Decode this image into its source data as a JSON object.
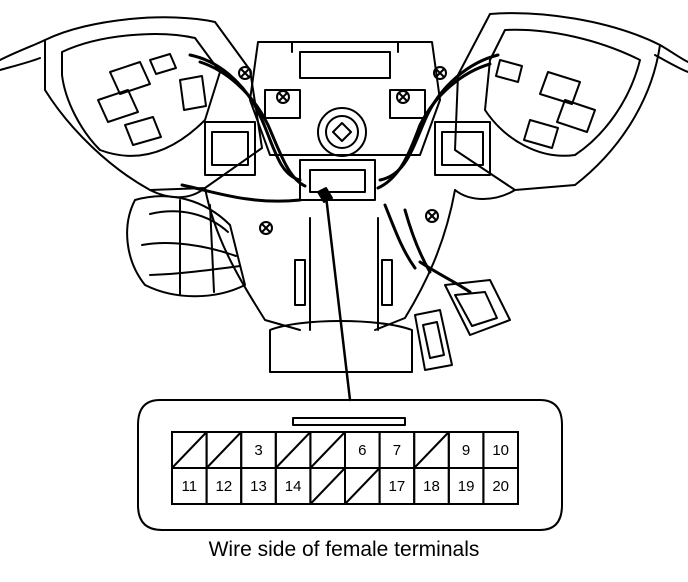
{
  "caption": "Wire side of female terminals",
  "connector": {
    "row1": [
      {
        "label": "",
        "blank": true
      },
      {
        "label": "",
        "blank": true
      },
      {
        "label": "3",
        "blank": false
      },
      {
        "label": "",
        "blank": true
      },
      {
        "label": "",
        "blank": true
      },
      {
        "label": "6",
        "blank": false
      },
      {
        "label": "7",
        "blank": false
      },
      {
        "label": "",
        "blank": true
      },
      {
        "label": "9",
        "blank": false
      },
      {
        "label": "10",
        "blank": false
      }
    ],
    "row2": [
      {
        "label": "11",
        "blank": false
      },
      {
        "label": "12",
        "blank": false
      },
      {
        "label": "13",
        "blank": false
      },
      {
        "label": "14",
        "blank": false
      },
      {
        "label": "",
        "blank": true
      },
      {
        "label": "",
        "blank": true
      },
      {
        "label": "17",
        "blank": false
      },
      {
        "label": "18",
        "blank": false
      },
      {
        "label": "19",
        "blank": false
      },
      {
        "label": "20",
        "blank": false
      }
    ]
  },
  "colors": {
    "line": "#000000",
    "background": "#ffffff"
  }
}
